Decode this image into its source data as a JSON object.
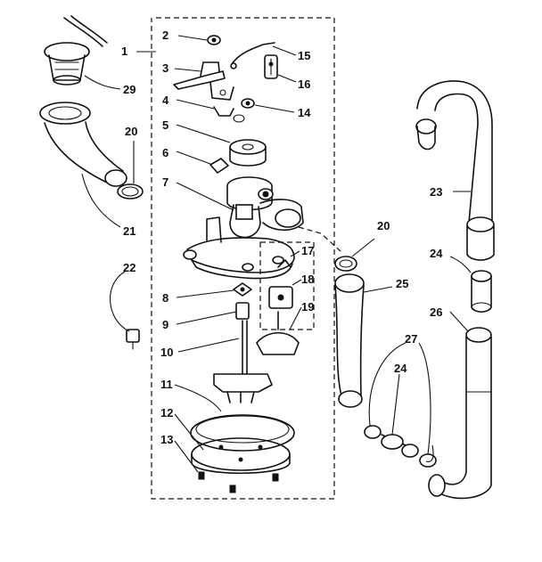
{
  "diagram": {
    "callouts": {
      "c1": "1",
      "c2": "2",
      "c3": "3",
      "c4": "4",
      "c5": "5",
      "c6": "6",
      "c7": "7",
      "c8": "8",
      "c9": "9",
      "c10": "10",
      "c11": "11",
      "c12": "12",
      "c13": "13",
      "c14": "14",
      "c15": "15",
      "c16": "16",
      "c17": "17",
      "c18": "18",
      "c19": "19",
      "c20a": "20",
      "c20b": "20",
      "c21": "21",
      "c22": "22",
      "c23": "23",
      "c24a": "24",
      "c24b": "24",
      "c25": "25",
      "c26": "26",
      "c27": "27",
      "c29": "29"
    }
  }
}
